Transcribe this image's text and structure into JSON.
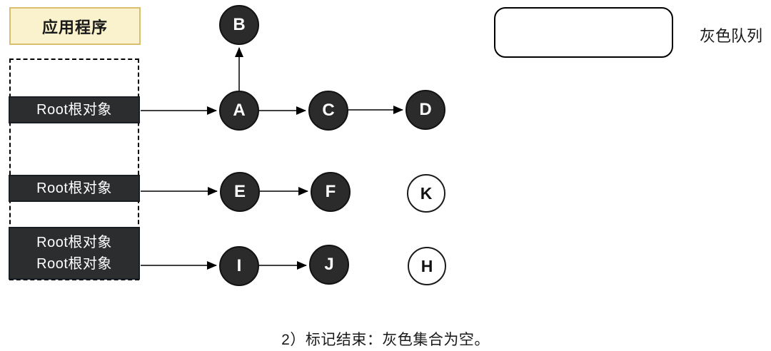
{
  "app_box": {
    "label": "应用程序"
  },
  "root_bars": [
    {
      "label": "Root根对象"
    },
    {
      "label": "Root根对象"
    },
    {
      "label_line1": "Root根对象",
      "label_line2": "Root根对象"
    }
  ],
  "nodes": [
    {
      "label": "B",
      "state": "marked-black"
    },
    {
      "label": "A",
      "state": "marked-black"
    },
    {
      "label": "C",
      "state": "marked-black"
    },
    {
      "label": "D",
      "state": "marked-black"
    },
    {
      "label": "E",
      "state": "marked-black"
    },
    {
      "label": "F",
      "state": "marked-black"
    },
    {
      "label": "K",
      "state": "unmarked-white"
    },
    {
      "label": "I",
      "state": "marked-black"
    },
    {
      "label": "J",
      "state": "marked-black"
    },
    {
      "label": "H",
      "state": "unmarked-white"
    }
  ],
  "edges": [
    {
      "from": "root-bar-1",
      "to": "A"
    },
    {
      "from": "A",
      "to": "B"
    },
    {
      "from": "A",
      "to": "C"
    },
    {
      "from": "C",
      "to": "D"
    },
    {
      "from": "root-bar-2",
      "to": "E"
    },
    {
      "from": "E",
      "to": "F"
    },
    {
      "from": "root-bar-3",
      "to": "I"
    },
    {
      "from": "I",
      "to": "J"
    }
  ],
  "gray_queue": {
    "label": "灰色队列",
    "box_content": ""
  },
  "caption": "2）标记结束：灰色集合为空。",
  "colors": {
    "node_dark_fill": "#2b2b2b",
    "node_dark_border": "#121212",
    "node_light_fill": "#ffffff",
    "node_light_border": "#1a1a1a",
    "root_bar_fill": "#2b2d2f",
    "root_bar_border": "#191d24",
    "app_box_fill": "#faf1cd",
    "app_box_border": "#d9bf6d",
    "line_color": "#000000"
  }
}
